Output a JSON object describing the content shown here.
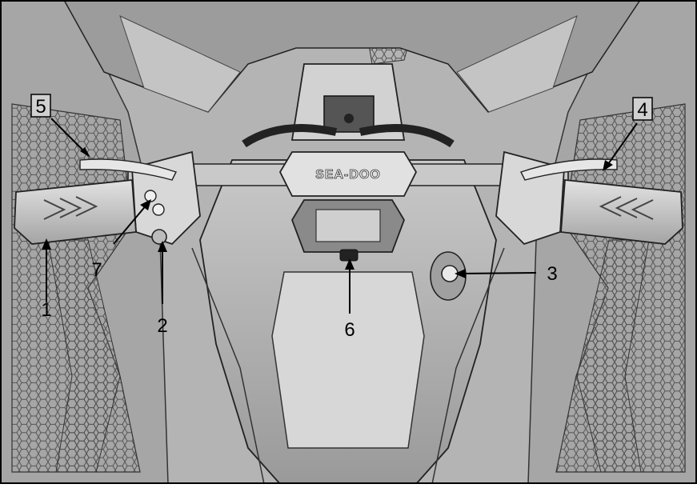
{
  "diagram": {
    "brand_text": "SEA-DOO",
    "callouts": [
      {
        "id": "1",
        "label": "1"
      },
      {
        "id": "2",
        "label": "2"
      },
      {
        "id": "3",
        "label": "3"
      },
      {
        "id": "4",
        "label": "4"
      },
      {
        "id": "5",
        "label": "5"
      },
      {
        "id": "6",
        "label": "6"
      },
      {
        "id": "7",
        "label": "7"
      }
    ]
  },
  "colors": {
    "background": "#b9b9b9",
    "body_dark": "#8f8f8f",
    "body_mid": "#a8a8a8",
    "body_light": "#d9d9d9",
    "outline": "#222222",
    "label_box": "#d0d0d0"
  }
}
